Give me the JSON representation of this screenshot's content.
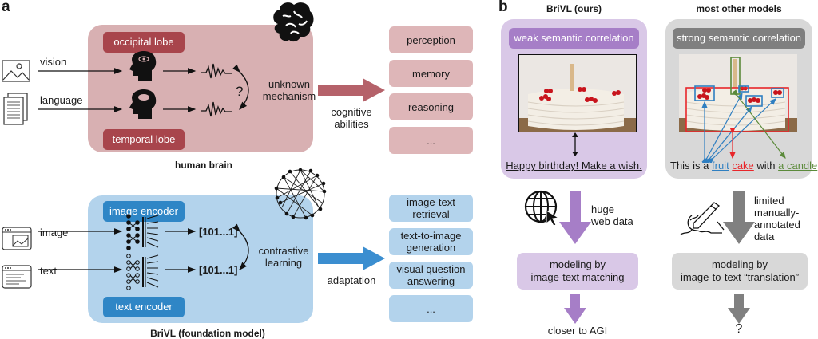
{
  "panel_a": {
    "letter": "a",
    "human_brain": {
      "title": "human brain",
      "occipital_label": "occipital lobe",
      "temporal_label": "temporal lobe",
      "input_vision": "vision",
      "input_language": "language",
      "question_mark": "?",
      "mechanism_label_1": "unknown",
      "mechanism_label_2": "mechanism",
      "arrow_label_1": "cognitive",
      "arrow_label_2": "abilities",
      "abilities": [
        "perception",
        "memory",
        "reasoning",
        "..."
      ],
      "accent_color": "#a8454c",
      "box_color": "#d8b0b2"
    },
    "foundation_model": {
      "title": "BriVL (foundation model)",
      "image_encoder_label": "image encoder",
      "text_encoder_label": "text encoder",
      "input_image": "image",
      "input_text": "text",
      "vector_1": "[101...1]",
      "vector_2": "[101...1]",
      "mechanism_label_1": "contrastive",
      "mechanism_label_2": "learning",
      "arrow_label": "adaptation",
      "tasks": [
        {
          "line1": "image-text",
          "line2": "retrieval"
        },
        {
          "line1": "text-to-image",
          "line2": "generation"
        },
        {
          "line1": "visual question",
          "line2": "answering"
        },
        {
          "line1": "...",
          "line2": ""
        }
      ],
      "accent_color": "#2f86c6",
      "box_color": "#b3d3ec"
    }
  },
  "panel_b": {
    "letter": "b",
    "ours": {
      "title": "BriVL (ours)",
      "header": "weak semantic correlation",
      "caption": "Happy birthday! Make a wish.",
      "data_label_1": "huge",
      "data_label_2": "web data",
      "modeling_line1": "modeling by",
      "modeling_line2": "image-text matching",
      "outcome": "closer to AGI",
      "accent_color": "#a67ec7"
    },
    "others": {
      "title": "most other models",
      "header": "strong semantic correlation",
      "caption_prefix": "This is a ",
      "caption_fruit": "fruit",
      "caption_space": " ",
      "caption_cake": "cake",
      "caption_with": " with ",
      "caption_candle": "a candle",
      "caption_end": ".",
      "data_label_1": "limited",
      "data_label_2": "manually-",
      "data_label_3": "annotated",
      "data_label_4": "data",
      "modeling_line1": "modeling by",
      "modeling_line2": "image-to-text “translation”",
      "outcome": "?",
      "accent_color": "#7f7f7f",
      "fruit_color": "#2f7fc1",
      "cake_color": "#e8262a",
      "candle_color": "#5b8a3a"
    }
  }
}
